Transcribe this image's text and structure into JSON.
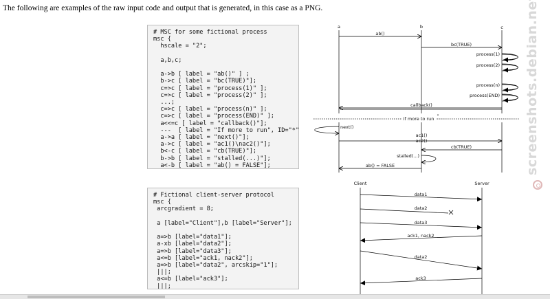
{
  "intro_text": "The following are examples of the raw input code and output that is generated, in this case as a PNG.",
  "code_blocks": [
    "# MSC for some fictional process\nmsc {\n  hscale = \"2\";\n\n  a,b,c;\n\n  a->b [ label = \"ab()\" ] ;\n  b->c [ label = \"bc(TRUE)\"];\n  c=>c [ label = \"process(1)\" ];\n  c=>c [ label = \"process(2)\" ];\n  ...;\n  c=>c [ label = \"process(n)\" ];\n  c=>c [ label = \"process(END)\" ];\n  a<<=c [ label = \"callback()\"];\n  ---  [ label = \"If more to run\", ID=\"*\" ];\n  a->a [ label = \"next()\"];\n  a->c [ label = \"ac1()\\nac2()\"];\n  b<-c [ label = \"cb(TRUE)\"];\n  b->b [ label = \"stalled(...)\"];\n  a<-b [ label = \"ab() = FALSE\"];\n}",
    "# Fictional client-server protocol\nmsc {\n arcgradient = 8;\n\n a [label=\"Client\"],b [label=\"Server\"];\n\n a=>b [label=\"data1\"];\n a-xb [label=\"data2\"];\n a=>b [label=\"data3\"];\n a<=b [label=\"ack1, nack2\"];\n a=>b [label=\"data2\", arcskip=\"1\"];\n |||;\n a<=b [label=\"ack3\"];\n |||;\n}"
  ],
  "msc1": {
    "entities": [
      "a",
      "b",
      "c"
    ],
    "labels": {
      "ab": "ab()",
      "bc": "bc(TRUE)",
      "p1": "process(1)",
      "p2": "process(2)",
      "pn": "process(n)",
      "pend": "process(END)",
      "callback": "callback()",
      "divider": "If more to run",
      "divider_id": "*",
      "next": "next()",
      "ac1": "ac1()",
      "ac2": "ac2()",
      "cb": "cb(TRUE)",
      "stalled": "stalled(...)",
      "abfalse": "ab() = FALSE"
    }
  },
  "msc2": {
    "client": "Client",
    "server": "Server",
    "labels": [
      "data1",
      "data2",
      "data3",
      "ack1, nack2",
      "data2",
      "ack3"
    ]
  },
  "watermark": "screenshots.debian.net"
}
